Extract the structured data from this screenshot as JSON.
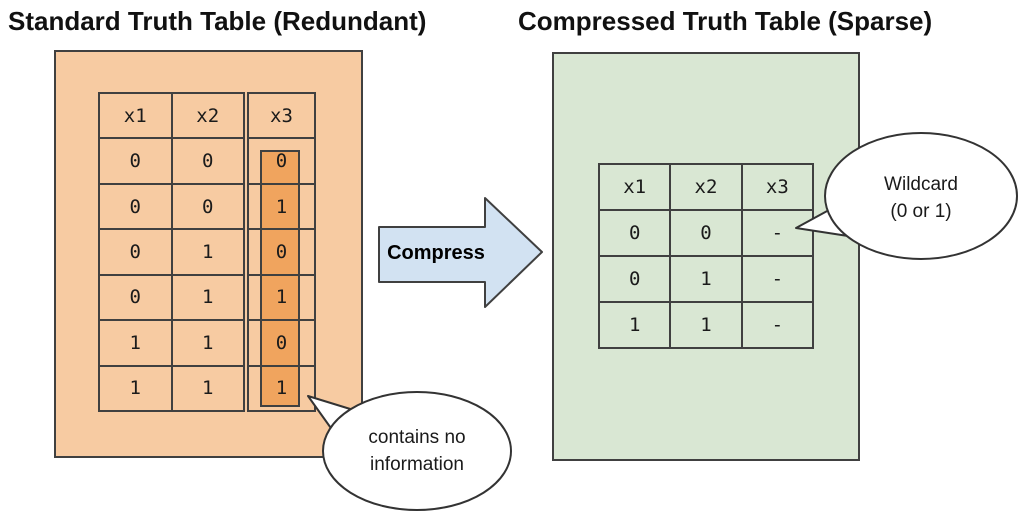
{
  "titles": {
    "left": "Standard Truth Table (Redundant)",
    "right": "Compressed Truth Table (Sparse)"
  },
  "left_table": {
    "headers": [
      "x1",
      "x2",
      "x3"
    ],
    "rows": [
      [
        "0",
        "0",
        "0"
      ],
      [
        "0",
        "0",
        "1"
      ],
      [
        "0",
        "1",
        "0"
      ],
      [
        "0",
        "1",
        "1"
      ],
      [
        "1",
        "1",
        "0"
      ],
      [
        "1",
        "1",
        "1"
      ]
    ]
  },
  "right_table": {
    "headers": [
      "x1",
      "x2",
      "x3"
    ],
    "rows": [
      [
        "0",
        "0",
        "-"
      ],
      [
        "0",
        "1",
        "-"
      ],
      [
        "1",
        "1",
        "-"
      ]
    ]
  },
  "arrow": {
    "label": "Compress"
  },
  "callouts": {
    "no_information": {
      "line1": "contains no",
      "line2": "information"
    },
    "wildcard": {
      "line1": "Wildcard",
      "line2": "(0 or 1)"
    }
  },
  "colors": {
    "orange_panel": "#F7CBA2",
    "orange_highlight": "#F0A45E",
    "green_panel": "#D9E7D3",
    "arrow_blue": "#D2E2F2",
    "line": "#404040",
    "bubble_fill": "#FFFFFF",
    "bubble_stroke": "#333333"
  }
}
